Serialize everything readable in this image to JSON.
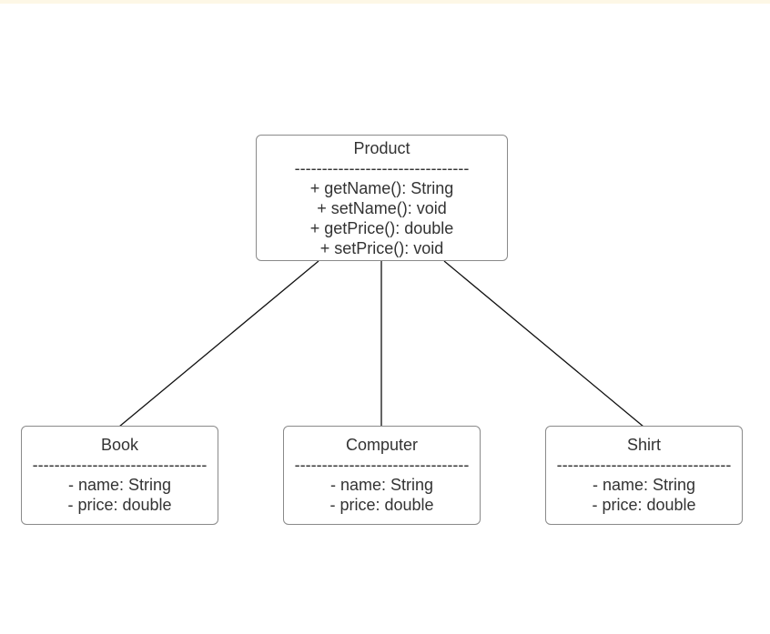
{
  "diagram": {
    "parent": {
      "name": "Product",
      "separator": "--------------------------------",
      "members": [
        "+ getName(): String",
        "+ setName(): void",
        "+ getPrice(): double",
        "+ setPrice(): void"
      ]
    },
    "children": [
      {
        "name": "Book",
        "separator": "--------------------------------",
        "members": [
          "- name: String",
          "- price: double"
        ]
      },
      {
        "name": "Computer",
        "separator": "--------------------------------",
        "members": [
          "- name: String",
          "- price: double"
        ]
      },
      {
        "name": "Shirt",
        "separator": "--------------------------------",
        "members": [
          "- name: String",
          "- price: double"
        ]
      }
    ]
  }
}
